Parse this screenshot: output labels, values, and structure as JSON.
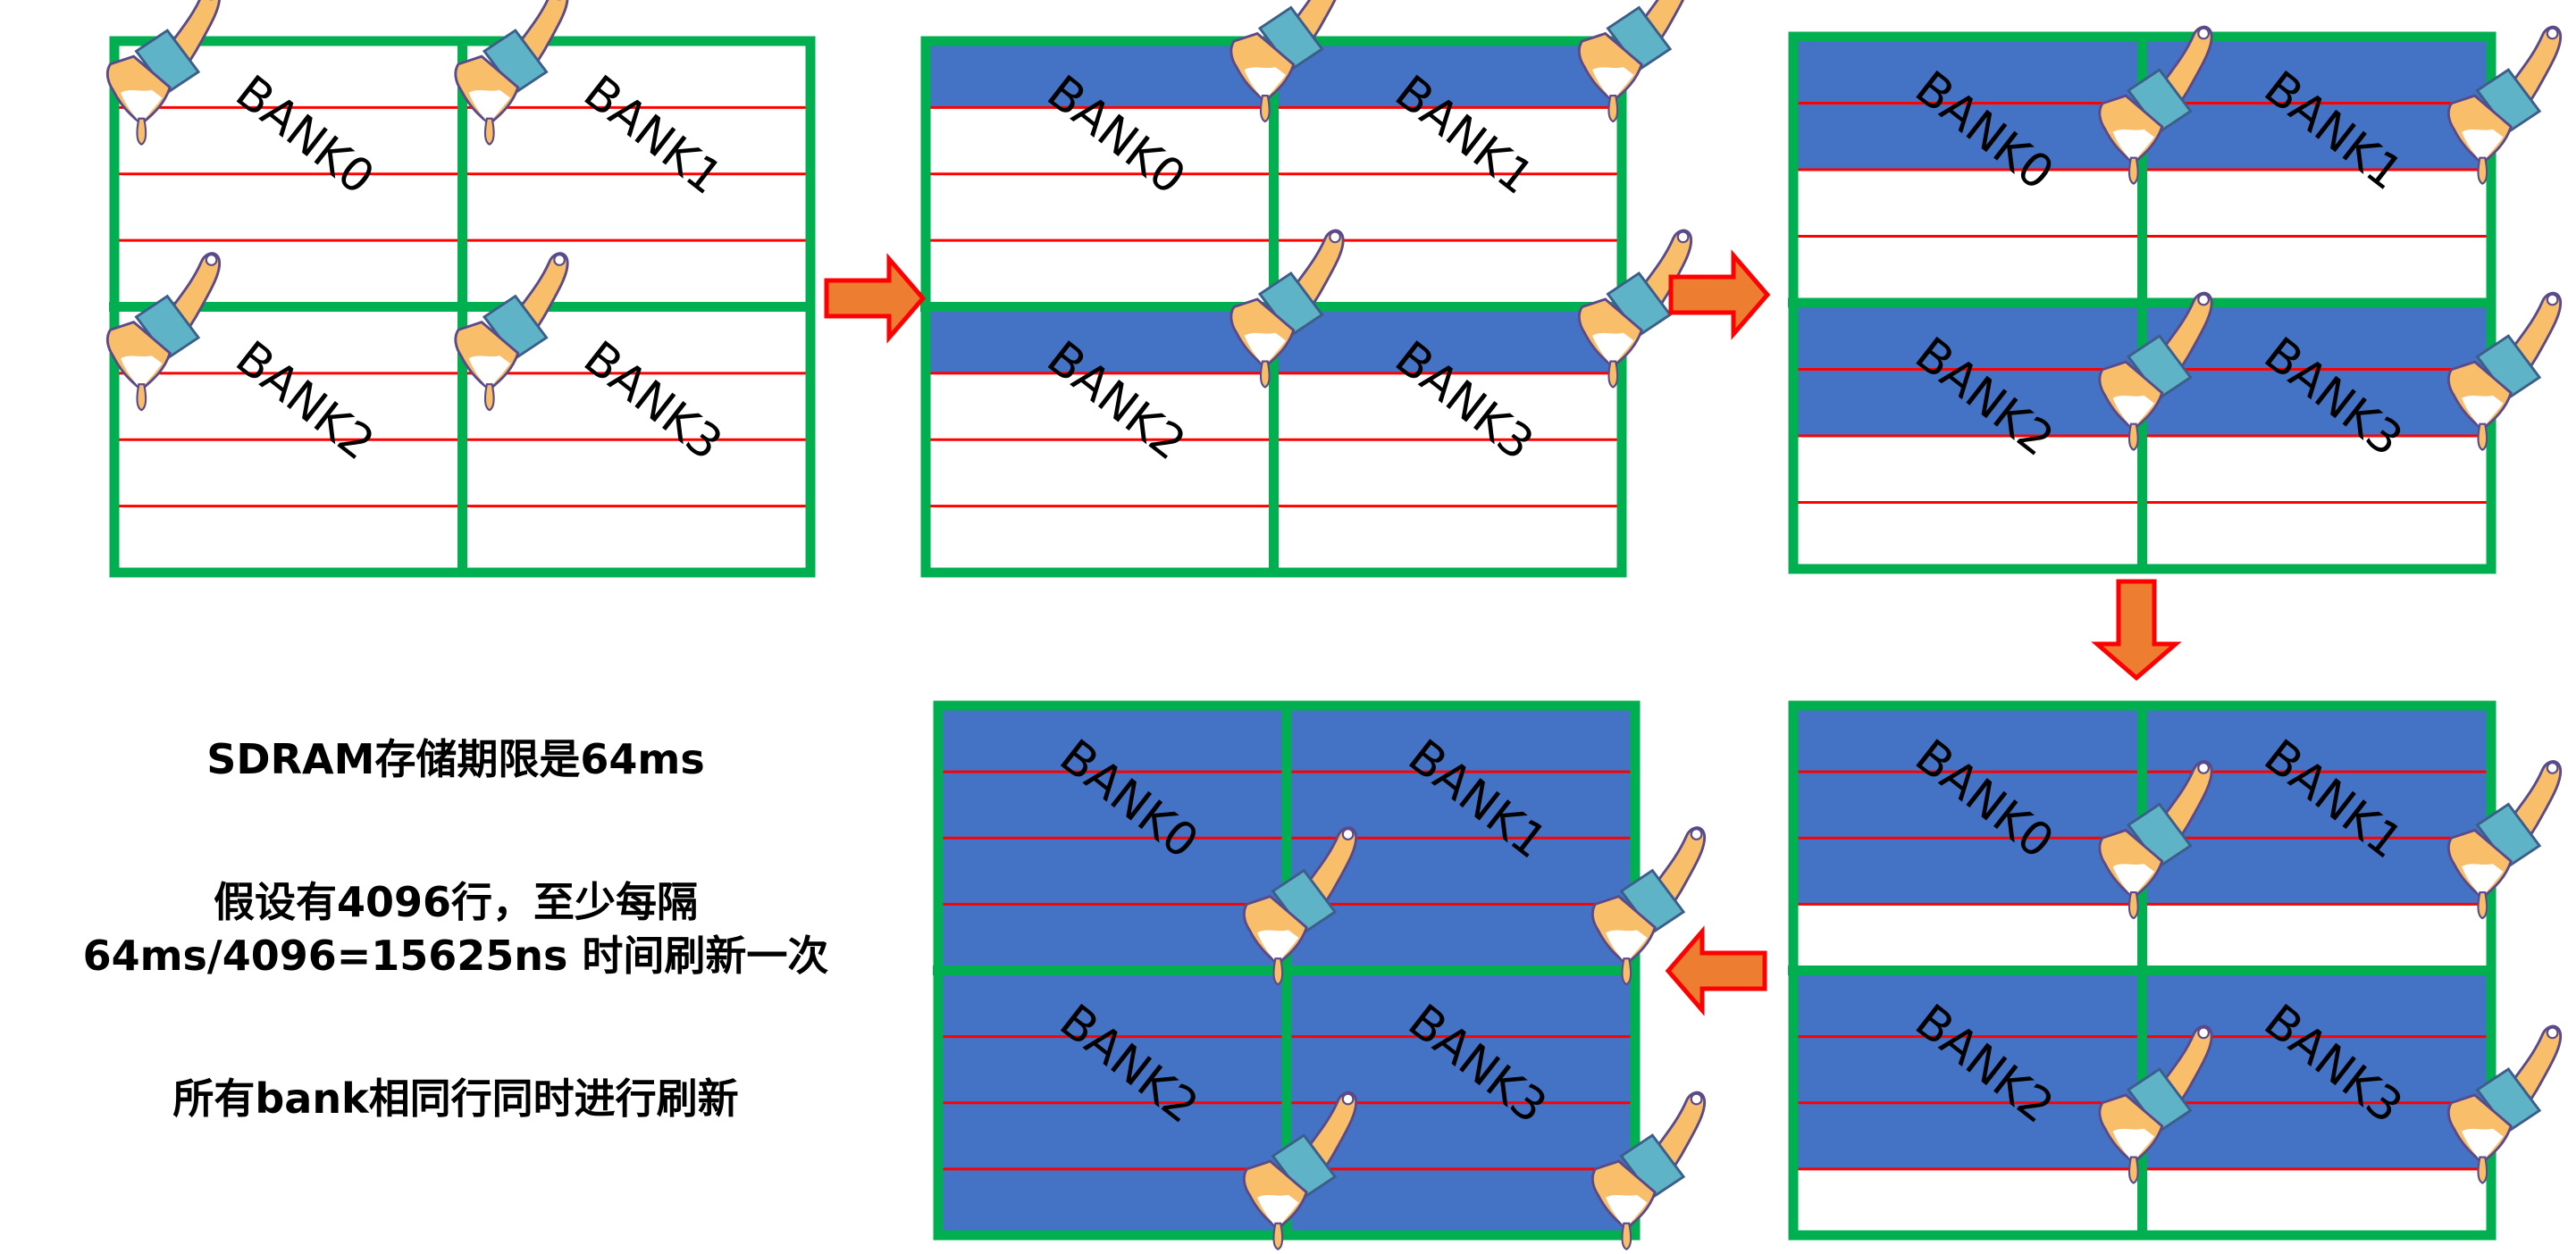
{
  "colors": {
    "frame": "#00B050",
    "row_line": "#FF0000",
    "refreshed_fill": "#4472C4",
    "empty_fill": "#FFFFFF",
    "arrow_fill": "#ED7D31",
    "arrow_stroke": "#FF0000",
    "label": "#000000"
  },
  "bank_labels": [
    "BANK0",
    "BANK1",
    "BANK2",
    "BANK3"
  ],
  "rows_per_bank": 4,
  "panels": [
    {
      "id": "step-1",
      "refreshed_rows": 0,
      "brush_row": 0,
      "brush_side": "left"
    },
    {
      "id": "step-2",
      "refreshed_rows": 1,
      "brush_row": 1,
      "brush_side": "right"
    },
    {
      "id": "step-3",
      "refreshed_rows": 2,
      "brush_row": 2,
      "brush_side": "right"
    },
    {
      "id": "step-4",
      "refreshed_rows": 3,
      "brush_row": 3,
      "brush_side": "right"
    },
    {
      "id": "step-5",
      "refreshed_rows": 4,
      "brush_row": 4,
      "brush_side": "right"
    }
  ],
  "flow_order": [
    "step-1",
    "step-2",
    "step-3",
    "step-4",
    "step-5"
  ],
  "arrows": [
    {
      "from": "step-1",
      "to": "step-2",
      "direction": "right"
    },
    {
      "from": "step-2",
      "to": "step-3",
      "direction": "right"
    },
    {
      "from": "step-3",
      "to": "step-4",
      "direction": "down"
    },
    {
      "from": "step-4",
      "to": "step-5",
      "direction": "left"
    }
  ],
  "notes": {
    "line1": "SDRAM存储期限是64ms",
    "line2": "假设有4096行，至少每隔",
    "line3": "64ms/4096=15625ns 时间刷新一次",
    "line4": "所有bank相同行同时进行刷新"
  },
  "icons": {
    "brush": "paint-brush-icon",
    "arrow": "block-arrow-icon"
  }
}
